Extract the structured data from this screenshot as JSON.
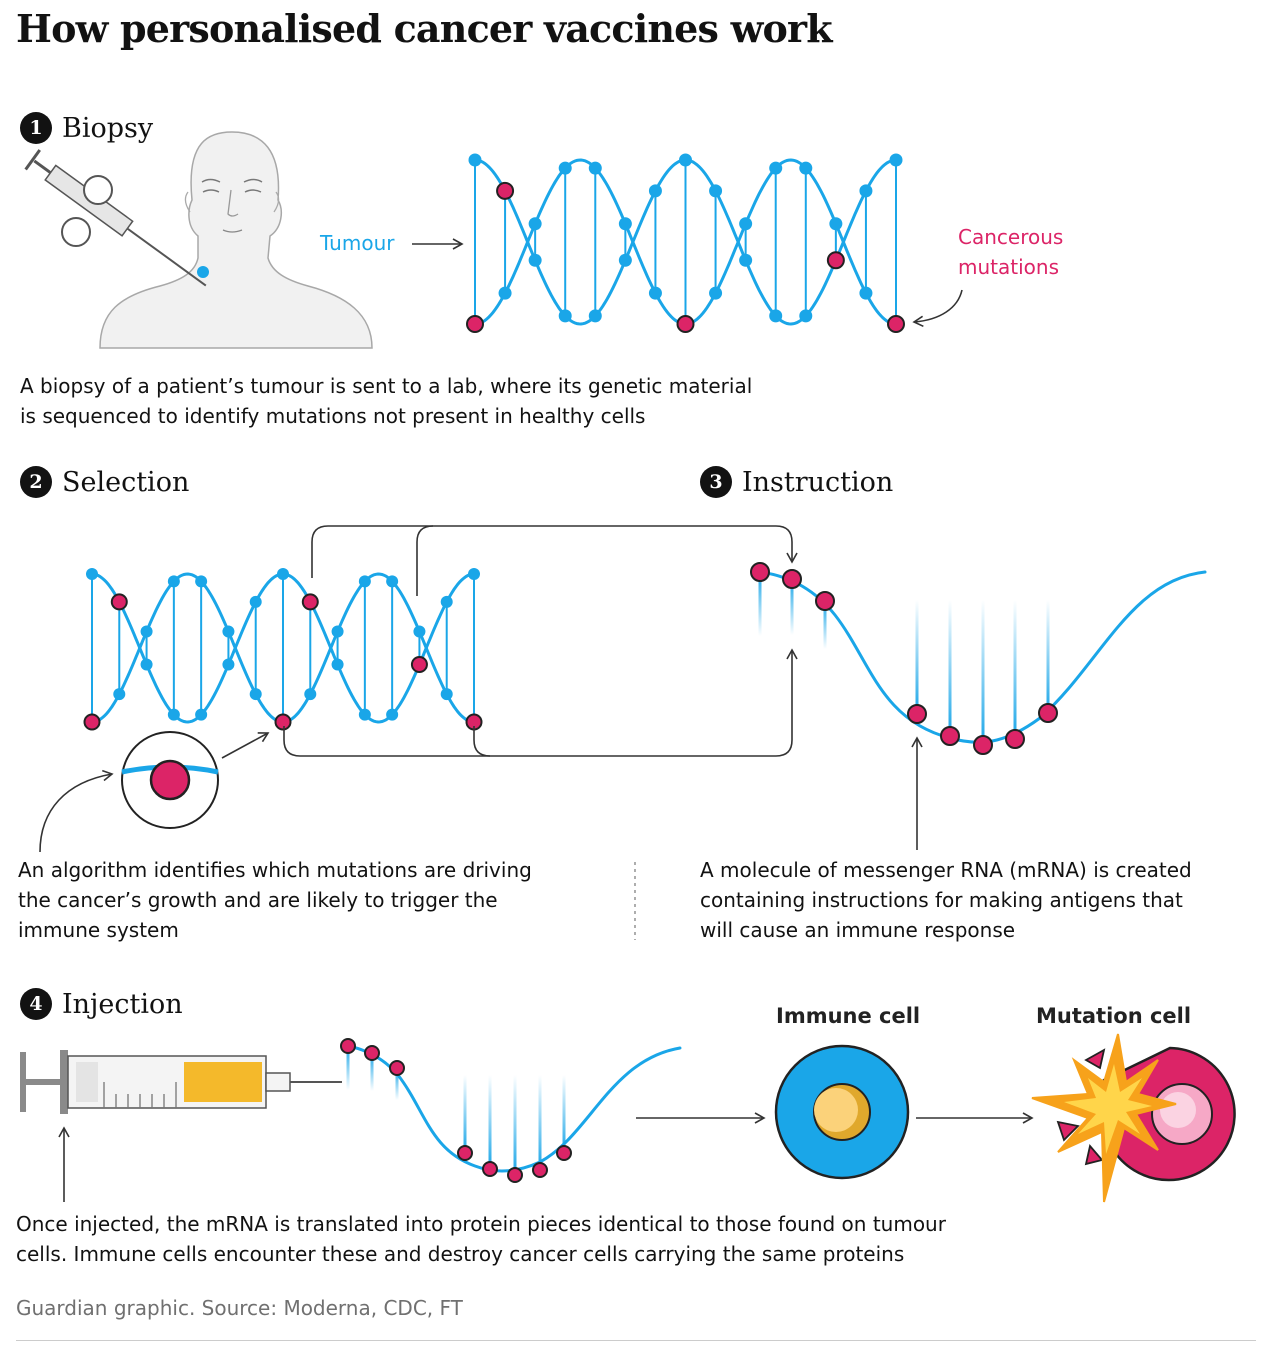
{
  "title": "How personalised cancer vaccines work",
  "steps": [
    {
      "number": "1",
      "label": "Biopsy",
      "description": [
        "A biopsy of a patient’s tumour is sent to a lab, where its genetic material",
        "is sequenced to identify mutations not present in healthy cells"
      ]
    },
    {
      "number": "2",
      "label": "Selection",
      "description": [
        "An algorithm identifies which mutations are driving",
        "the cancer’s growth and are likely to trigger the",
        "immune system"
      ]
    },
    {
      "number": "3",
      "label": "Instruction",
      "description": [
        "A molecule of messenger RNA (mRNA) is created",
        "containing instructions for making antigens that",
        "will cause an immune response"
      ]
    },
    {
      "number": "4",
      "label": "Injection",
      "description": [
        "Once injected, the mRNA is translated into protein pieces identical to those found on tumour",
        "cells. Immune cells encounter these and destroy cancer cells carrying the same proteins"
      ]
    }
  ],
  "labels": {
    "tumour": "Tumour",
    "cancerous_mutations": [
      "Cancerous",
      "mutations"
    ],
    "immune_cell": "Immune cell",
    "mutation_cell": "Mutation cell"
  },
  "source": "Guardian graphic. Source: Moderna, CDC, FT",
  "colors": {
    "dna_blue": "#1aa6e8",
    "mutation_pink": "#dc2467",
    "syringe_fill": "#f4b92b",
    "explosion": "#f7a21b",
    "immune_core": "#fbd27a"
  }
}
